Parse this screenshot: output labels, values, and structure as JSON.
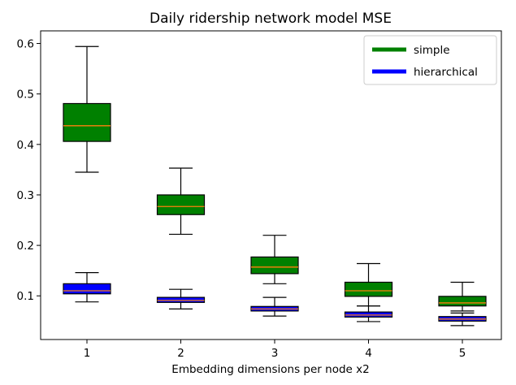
{
  "chart_data": {
    "type": "boxplot",
    "title": "Daily ridership network model MSE",
    "xlabel": "Embedding dimensions per node x2",
    "ylabel": "",
    "categories": [
      "1",
      "2",
      "3",
      "4",
      "5"
    ],
    "ylim": [
      0.0135,
      0.625
    ],
    "yticks": [
      "0.1",
      "0.2",
      "0.3",
      "0.4",
      "0.5",
      "0.6"
    ],
    "grid": false,
    "legend_position": "top-right",
    "median_color": "#ff7f0e",
    "series": [
      {
        "name": "simple",
        "color": "#008000",
        "boxes": [
          {
            "whisker_low": 0.345,
            "q1": 0.406,
            "median": 0.437,
            "q3": 0.481,
            "whisker_high": 0.594
          },
          {
            "whisker_low": 0.222,
            "q1": 0.261,
            "median": 0.277,
            "q3": 0.3,
            "whisker_high": 0.353
          },
          {
            "whisker_low": 0.124,
            "q1": 0.144,
            "median": 0.157,
            "q3": 0.177,
            "whisker_high": 0.22
          },
          {
            "whisker_low": 0.08,
            "q1": 0.099,
            "median": 0.11,
            "q3": 0.127,
            "whisker_high": 0.164
          },
          {
            "whisker_low": 0.07,
            "q1": 0.08,
            "median": 0.086,
            "q3": 0.099,
            "whisker_high": 0.127
          }
        ]
      },
      {
        "name": "hierarchical",
        "color": "#0000ff",
        "boxes": [
          {
            "whisker_low": 0.088,
            "q1": 0.104,
            "median": 0.11,
            "q3": 0.124,
            "whisker_high": 0.146
          },
          {
            "whisker_low": 0.074,
            "q1": 0.087,
            "median": 0.091,
            "q3": 0.097,
            "whisker_high": 0.113
          },
          {
            "whisker_low": 0.06,
            "q1": 0.07,
            "median": 0.074,
            "q3": 0.079,
            "whisker_high": 0.097
          },
          {
            "whisker_low": 0.049,
            "q1": 0.058,
            "median": 0.062,
            "q3": 0.068,
            "whisker_high": 0.08
          },
          {
            "whisker_low": 0.041,
            "q1": 0.05,
            "median": 0.054,
            "q3": 0.059,
            "whisker_high": 0.066
          }
        ]
      }
    ]
  }
}
